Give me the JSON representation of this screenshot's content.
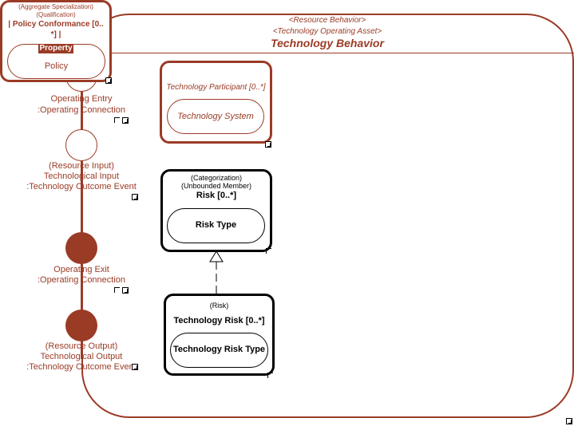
{
  "container": {
    "stereotype1": "<Resource Behavior>",
    "stereotype2": "<Technology Operating Asset>",
    "title": "Technology Behavior",
    "color": "#9a3b26"
  },
  "policy_node": {
    "stereo1": "(Aggregate Specialization)",
    "stereo2": "(Qualification)",
    "name_line1": "| Policy Conformance [0..",
    "name_line2": "*] |",
    "badge": "Property",
    "type": "Policy"
  },
  "ports": [
    {
      "line1": "Operating Entry",
      "line2": ":Operating Connection",
      "line3": "",
      "filled": false
    },
    {
      "line1": "(Resource Input)",
      "line2": "Technological Input",
      "line3": ":Technology Outcome Event",
      "filled": false
    },
    {
      "line1": "Operating Exit",
      "line2": ":Operating Connection",
      "line3": "",
      "filled": true
    },
    {
      "line1": "(Resource Output)",
      "line2": "Technological Output",
      "line3": ":Technology Outcome Event",
      "filled": true
    }
  ],
  "participant": {
    "name": "Technology Participant [0..*]",
    "type": "Technology System"
  },
  "risk": {
    "stereo1": "(Categorization)",
    "stereo2": "(Unbounded Member)",
    "name": "Risk [0..*]",
    "type": "Risk Type"
  },
  "tech_risk": {
    "stereo1": "(Risk)",
    "name": "Technology Risk [0..*]",
    "type": "Technology Risk Type"
  }
}
